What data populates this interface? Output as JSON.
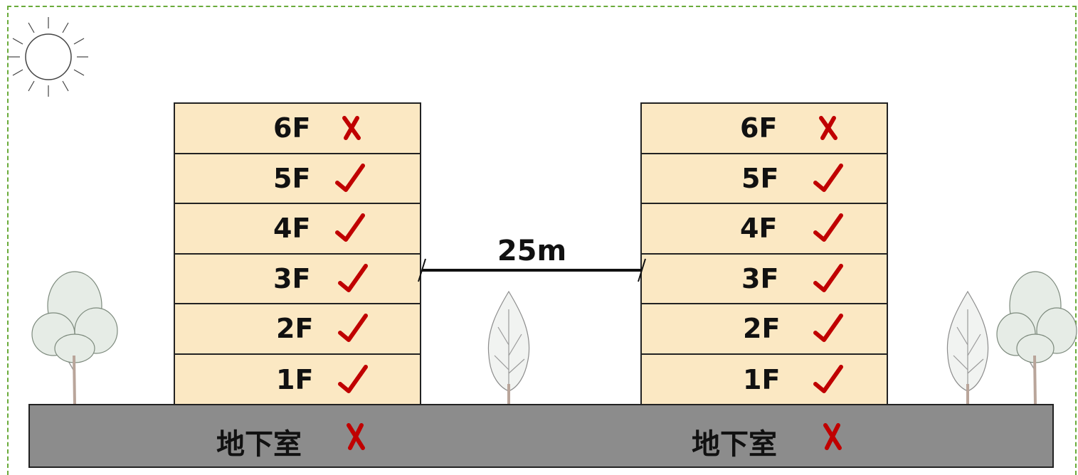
{
  "buildings": [
    {
      "floors": [
        {
          "label": "6F",
          "ok": false
        },
        {
          "label": "5F",
          "ok": true
        },
        {
          "label": "4F",
          "ok": true
        },
        {
          "label": "3F",
          "ok": true
        },
        {
          "label": "2F",
          "ok": true
        },
        {
          "label": "1F",
          "ok": true
        }
      ],
      "basement": {
        "label": "地下室",
        "ok": false
      }
    },
    {
      "floors": [
        {
          "label": "6F",
          "ok": false
        },
        {
          "label": "5F",
          "ok": true
        },
        {
          "label": "4F",
          "ok": true
        },
        {
          "label": "3F",
          "ok": true
        },
        {
          "label": "2F",
          "ok": true
        },
        {
          "label": "1F",
          "ok": true
        }
      ],
      "basement": {
        "label": "地下室",
        "ok": false
      }
    }
  ],
  "distance": {
    "label": "25m"
  },
  "colors": {
    "floor_fill": "#fbe8c3",
    "ground_fill": "#8c8c8c",
    "mark_color": "#c00000",
    "frame_dash": "#6aab3a"
  },
  "icons": {
    "ok": "checkmark-icon",
    "no": "cross-icon",
    "sun": "sun-icon",
    "tree": "tree-icon"
  }
}
